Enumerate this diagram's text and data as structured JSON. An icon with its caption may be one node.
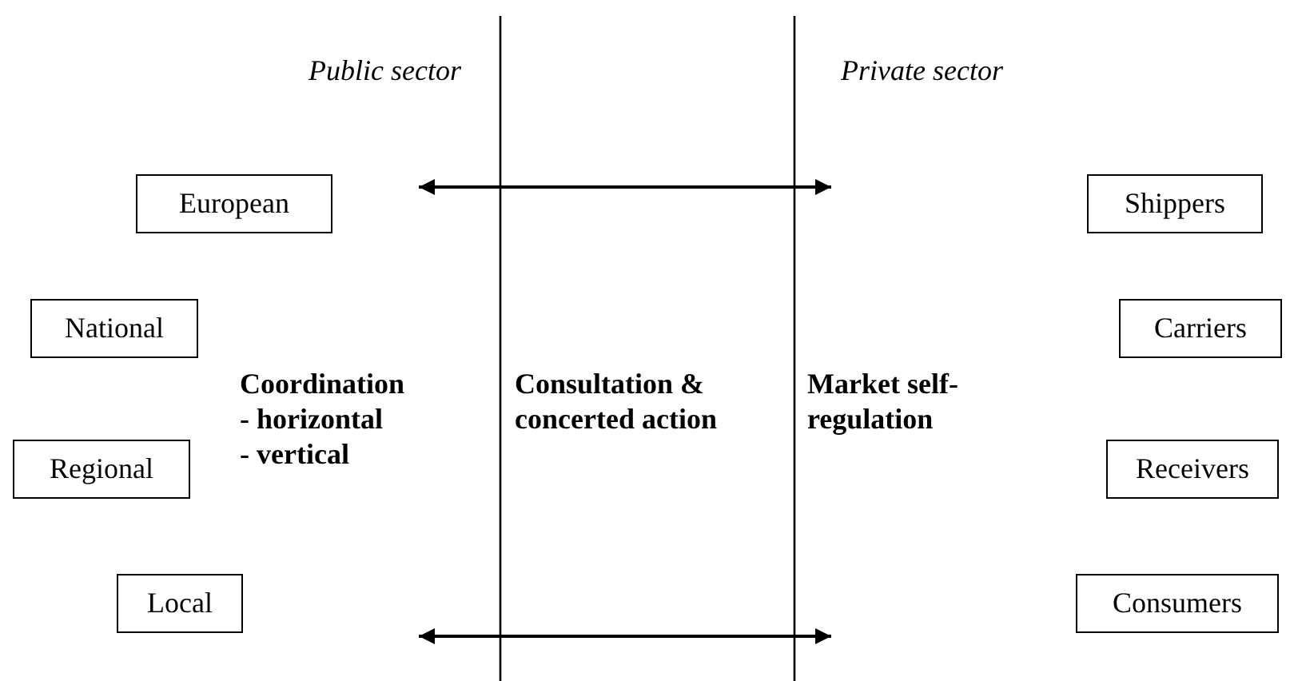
{
  "diagram": {
    "nodes": [
      {
        "text": [
          "European"
        ]
      },
      {
        "text": [
          "National"
        ]
      },
      {
        "text": [
          "Regional"
        ]
      },
      {
        "text": [
          "Local"
        ]
      },
      {
        "text": [
          "Shippers"
        ]
      },
      {
        "text": [
          "Carriers"
        ]
      },
      {
        "text": [
          "Receivers"
        ]
      },
      {
        "text": [
          "Consumers"
        ]
      }
    ],
    "labels": [
      "Public sector",
      "Private sector",
      "Coordination",
      "- horizontal",
      "- vertical",
      "Consultation & concerted action",
      "Market self-regulation"
    ]
  }
}
